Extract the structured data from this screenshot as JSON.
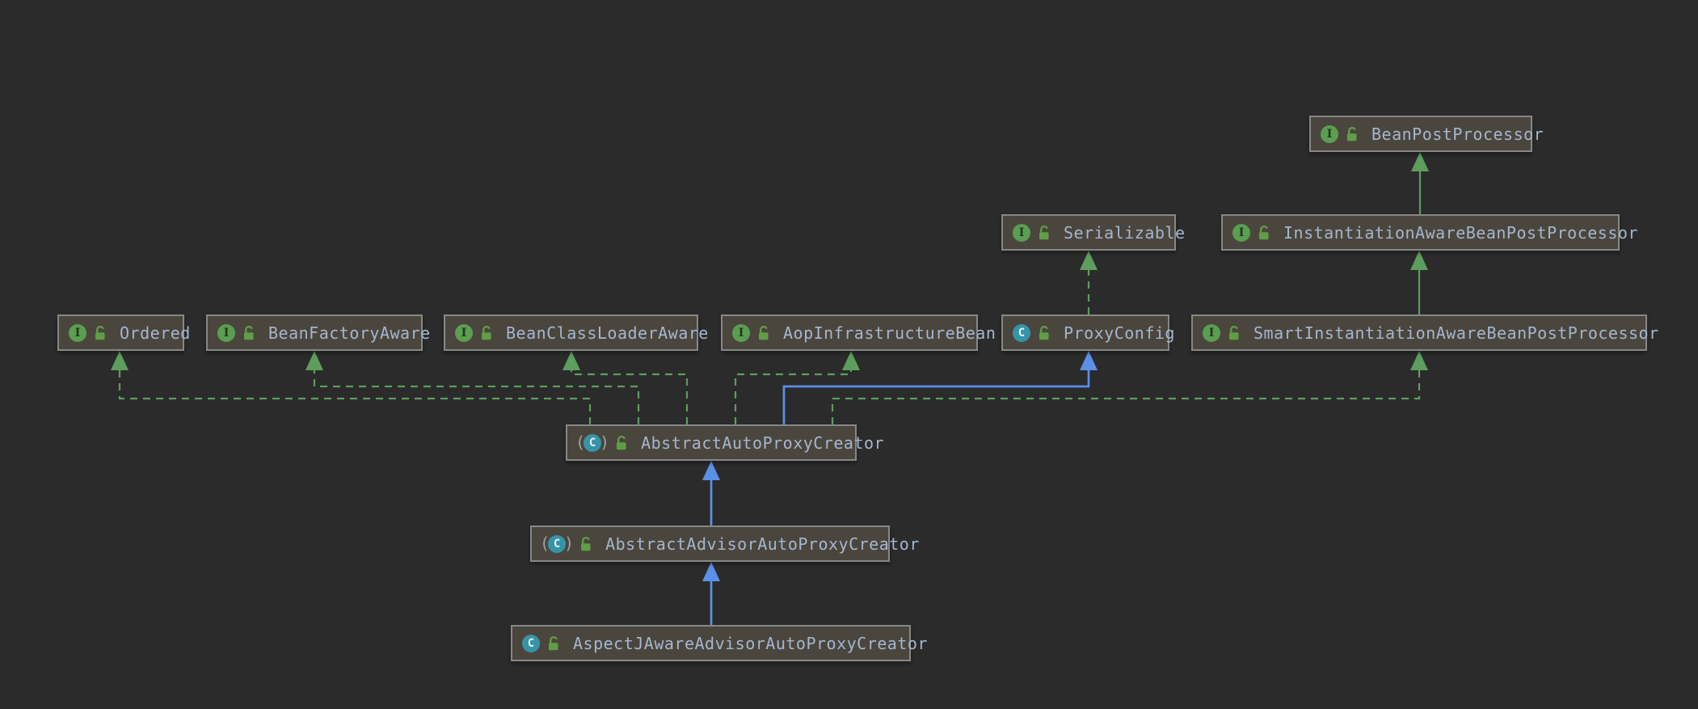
{
  "colors": {
    "background": "#2b2b2b",
    "node_fill": "#4b463d",
    "node_border": "#878787",
    "node_text": "#a4b6cf",
    "interface_icon_green": "#5a9e52",
    "class_icon_teal": "#3794a8",
    "lock_icon_green": "#5f9e46",
    "implements_edge_green": "#5d9d5d",
    "extends_class_edge_blue": "#5c8fe8"
  },
  "icons": {
    "interface_glyph": "I",
    "class_glyph": "C"
  },
  "diagram": {
    "nodes": [
      {
        "id": "BeanPostProcessor",
        "label": "BeanPostProcessor",
        "kind": "interface",
        "visibility": "public"
      },
      {
        "id": "Serializable",
        "label": "Serializable",
        "kind": "interface",
        "visibility": "public"
      },
      {
        "id": "InstantiationAwareBeanPostProcessor",
        "label": "InstantiationAwareBeanPostProcessor",
        "kind": "interface",
        "visibility": "public"
      },
      {
        "id": "Ordered",
        "label": "Ordered",
        "kind": "interface",
        "visibility": "public"
      },
      {
        "id": "BeanFactoryAware",
        "label": "BeanFactoryAware",
        "kind": "interface",
        "visibility": "public"
      },
      {
        "id": "BeanClassLoaderAware",
        "label": "BeanClassLoaderAware",
        "kind": "interface",
        "visibility": "public"
      },
      {
        "id": "AopInfrastructureBean",
        "label": "AopInfrastructureBean",
        "kind": "interface",
        "visibility": "public"
      },
      {
        "id": "ProxyConfig",
        "label": "ProxyConfig",
        "kind": "class",
        "visibility": "public"
      },
      {
        "id": "SmartInstantiationAwareBeanPostProcessor",
        "label": "SmartInstantiationAwareBeanPostProcessor",
        "kind": "interface",
        "visibility": "public"
      },
      {
        "id": "AbstractAutoProxyCreator",
        "label": "AbstractAutoProxyCreator",
        "kind": "abstract_class",
        "visibility": "public"
      },
      {
        "id": "AbstractAdvisorAutoProxyCreator",
        "label": "AbstractAdvisorAutoProxyCreator",
        "kind": "abstract_class",
        "visibility": "public"
      },
      {
        "id": "AspectJAwareAdvisorAutoProxyCreator",
        "label": "AspectJAwareAdvisorAutoProxyCreator",
        "kind": "class",
        "visibility": "public"
      }
    ],
    "edges": [
      {
        "from": "InstantiationAwareBeanPostProcessor",
        "to": "BeanPostProcessor",
        "relation": "extends"
      },
      {
        "from": "SmartInstantiationAwareBeanPostProcessor",
        "to": "InstantiationAwareBeanPostProcessor",
        "relation": "extends"
      },
      {
        "from": "ProxyConfig",
        "to": "Serializable",
        "relation": "implements"
      },
      {
        "from": "AbstractAutoProxyCreator",
        "to": "Ordered",
        "relation": "implements"
      },
      {
        "from": "AbstractAutoProxyCreator",
        "to": "BeanFactoryAware",
        "relation": "implements"
      },
      {
        "from": "AbstractAutoProxyCreator",
        "to": "BeanClassLoaderAware",
        "relation": "implements"
      },
      {
        "from": "AbstractAutoProxyCreator",
        "to": "AopInfrastructureBean",
        "relation": "implements"
      },
      {
        "from": "AbstractAutoProxyCreator",
        "to": "ProxyConfig",
        "relation": "extends"
      },
      {
        "from": "AbstractAutoProxyCreator",
        "to": "SmartInstantiationAwareBeanPostProcessor",
        "relation": "implements"
      },
      {
        "from": "AbstractAdvisorAutoProxyCreator",
        "to": "AbstractAutoProxyCreator",
        "relation": "extends"
      },
      {
        "from": "AspectJAwareAdvisorAutoProxyCreator",
        "to": "AbstractAdvisorAutoProxyCreator",
        "relation": "extends"
      }
    ]
  }
}
